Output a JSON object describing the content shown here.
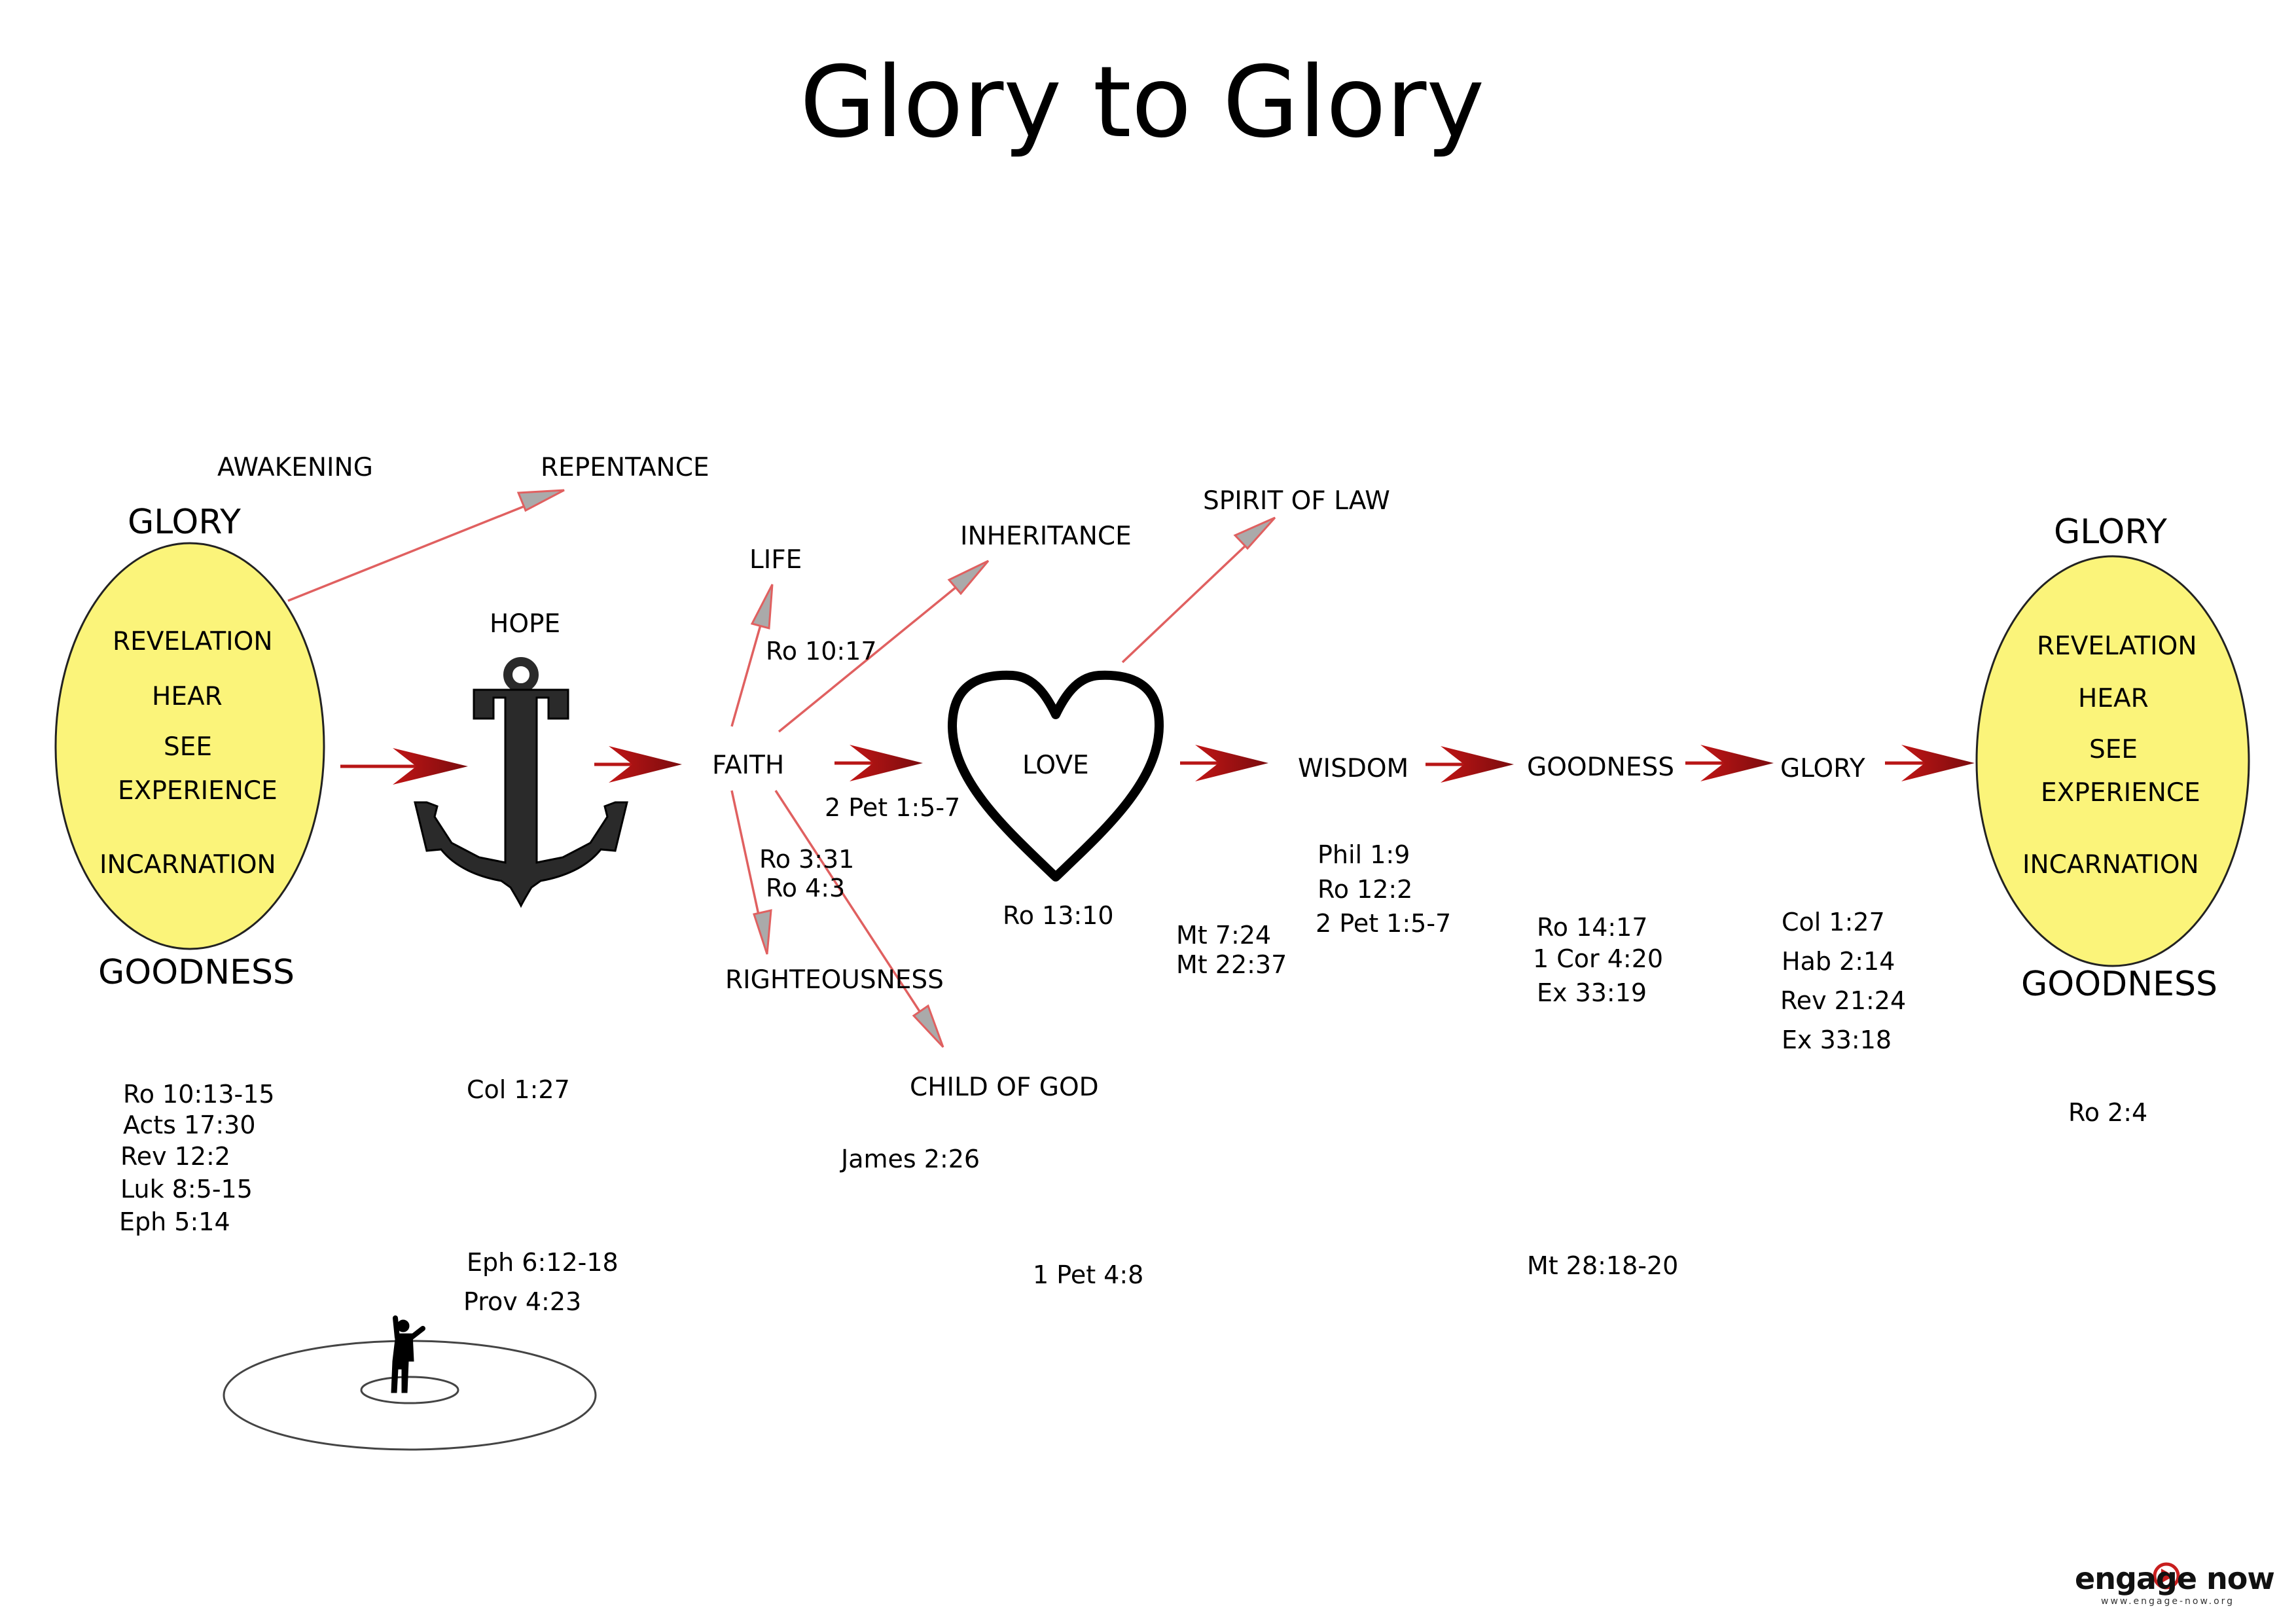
{
  "title": "Glory to Glory",
  "left_oval": {
    "top_label": "GLORY",
    "bottom_label": "GOODNESS",
    "items": [
      "REVELATION",
      "HEAR",
      "SEE",
      "EXPERIENCE",
      "INCARNATION"
    ],
    "refs": [
      "Ro 10:13-15",
      "Acts 17:30",
      "Rev 12:2",
      "Luk 8:5-15",
      "Eph 5:14"
    ]
  },
  "right_oval": {
    "top_label": "GLORY",
    "bottom_label": "GOODNESS",
    "items": [
      "REVELATION",
      "HEAR",
      "SEE",
      "EXPERIENCE",
      "INCARNATION"
    ],
    "ref": "Ro 2:4"
  },
  "labels": {
    "awakening": "AWAKENING",
    "repentance": "REPENTANCE",
    "hope": "HOPE",
    "life": "LIFE",
    "inheritance": "INHERITANCE",
    "spirit_of_law": "SPIRIT OF LAW",
    "faith": "FAITH",
    "love": "LOVE",
    "wisdom": "WISDOM",
    "goodness": "GOODNESS",
    "glory": "GLORY",
    "righteousness": "RIGHTEOUSNESS",
    "child_of_god": "CHILD OF GOD"
  },
  "refs": {
    "ro_10_17": "Ro 10:17",
    "pet_1_5_7_a": "2 Pet 1:5-7",
    "ro_3_31": "Ro 3:31",
    "ro_4_3": "Ro 4:3",
    "ro_13_10": "Ro 13:10",
    "mt_7_24": "Mt 7:24",
    "mt_22_37": "Mt 22:37",
    "phil_1_9": "Phil 1:9",
    "ro_12_2": "Ro 12:2",
    "pet_1_5_7_b": "2 Pet 1:5-7",
    "ro_14_17": "Ro 14:17",
    "cor_4_20": "1 Cor 4:20",
    "ex_33_19": "Ex 33:19",
    "col_1_27_b": "Col 1:27",
    "hab_2_14": "Hab 2:14",
    "rev_21_24": "Rev 21:24",
    "ex_33_18": "Ex 33:18",
    "col_1_27_a": "Col 1:27",
    "eph_6_12_18": "Eph 6:12-18",
    "prov_4_23": "Prov 4:23",
    "james_2_26": "James 2:26",
    "pet_4_8": "1 Pet 4:8",
    "mt_28_18_20": "Mt 28:18-20"
  },
  "logo": {
    "text": "engage now",
    "url": "www.engage-now.org"
  },
  "colors": {
    "oval_fill": "#fbf47a",
    "arrow_dark": "#a70f12",
    "arrow_light": "#e05a5a",
    "arrowhead_grey": "#9a9a9a"
  }
}
